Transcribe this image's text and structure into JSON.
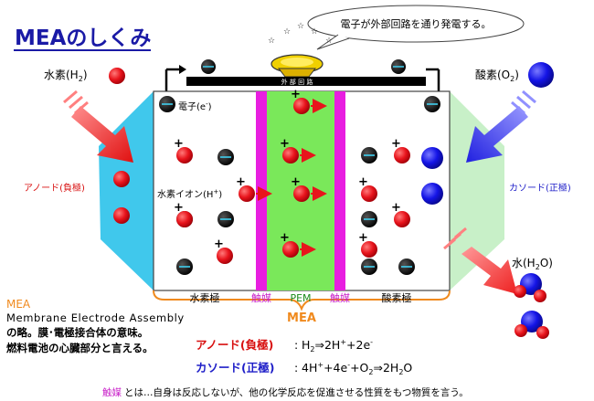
{
  "title": "MEAのしくみ",
  "cloud_text": "電子が外部回路を通り発電する。",
  "circuit_label": "外 部 回 路",
  "labels": {
    "hydrogen": "水素(H",
    "hydrogen_sub": "2",
    "hydrogen_close": ")",
    "oxygen": "酸素(O",
    "oxygen_sub": "2",
    "oxygen_close": ")",
    "water": "水(H",
    "water_sub": "2",
    "water_tail": "O)",
    "anode_side": "アノード(負極)",
    "cathode_side": "カソード(正極)",
    "electron": "電子(e",
    "electron_sup": "-",
    "electron_close": ")",
    "hydrogen_ion": "水素イオン(H",
    "hydrogen_ion_sup": "+",
    "hydrogen_ion_close": ")"
  },
  "layers": {
    "hydrogen_electrode": "水素極",
    "catalyst_left": "触媒",
    "pem": "PEM",
    "catalyst_right": "触媒",
    "oxygen_electrode": "酸素極",
    "assembly": "MEA"
  },
  "description": {
    "heading": "MEA",
    "full_name": "Membrane Electrode Assembly",
    "line1": "の略。膜･電極接合体の意味。",
    "line2": "燃料電池の心臓部分と言える。"
  },
  "reactions": {
    "anode_label": "アノード(負極)",
    "anode_colon": ":",
    "anode_eq": {
      "h": "H",
      "h_sub": "2",
      "arrow": "⇒",
      "rhs": "2H",
      "rhs_sup": "+",
      "plus": "+2e",
      "e_sup": "-"
    },
    "cathode_label": "カソード(正極)",
    "cathode_colon": ":",
    "cathode_eq": {
      "a": "4H",
      "a_sup": "+",
      "b": "+4e",
      "b_sup": "-",
      "c": "+O",
      "c_sub": "2",
      "arrow": "⇒",
      "d": "2H",
      "d_sub": "2",
      "e": "O"
    }
  },
  "footnote": {
    "term": "触媒",
    "text": "とは…自身は反応しないが、他の化学反応を促進させる性質をもつ物質を言う。"
  },
  "colors": {
    "title": "#1a1aa6",
    "hydrogen_red": "#e8141c",
    "oxygen_blue": "#1414e6",
    "catalyst_magenta": "#e81ee0",
    "pem_green": "#7ae85a",
    "anode_cyan": "#40c8ec",
    "cathode_green": "#c8f0c8",
    "mea_orange": "#f08a1e",
    "anode_text": "#d81010",
    "cathode_text": "#1e1ec8",
    "footnote_magenta": "#c81ec8"
  }
}
